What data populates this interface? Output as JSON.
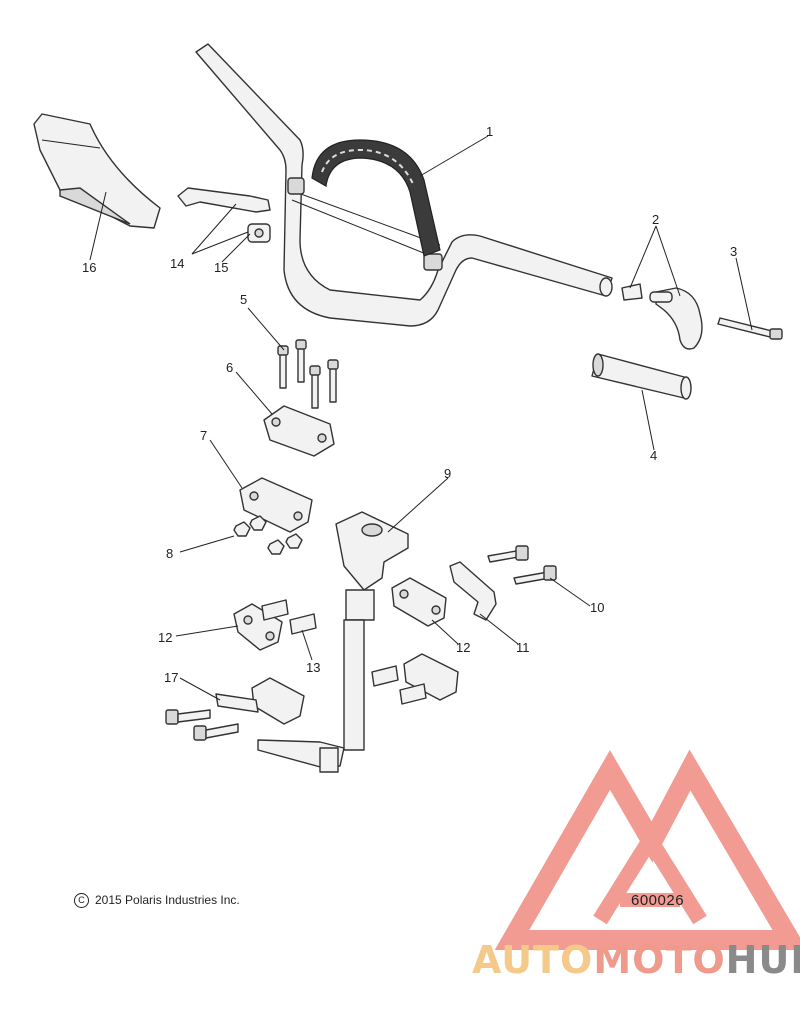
{
  "callouts": [
    "1",
    "2",
    "3",
    "4",
    "5",
    "6",
    "7",
    "8",
    "9",
    "10",
    "11",
    "12",
    "12",
    "13",
    "14",
    "15",
    "16",
    "17"
  ],
  "copyright": "2015 Polaris Industries Inc.",
  "copyright_symbol": "C",
  "figure_number": "600026",
  "watermark": {
    "text_part1": "AUTO",
    "text_part2": "MOTO",
    "text_part3": "HUB",
    "colors": {
      "auto": "#f5c98a",
      "moto": "#ef9a8a",
      "hub": "#8a8a8a",
      "triangle": "#ef8a80"
    }
  }
}
